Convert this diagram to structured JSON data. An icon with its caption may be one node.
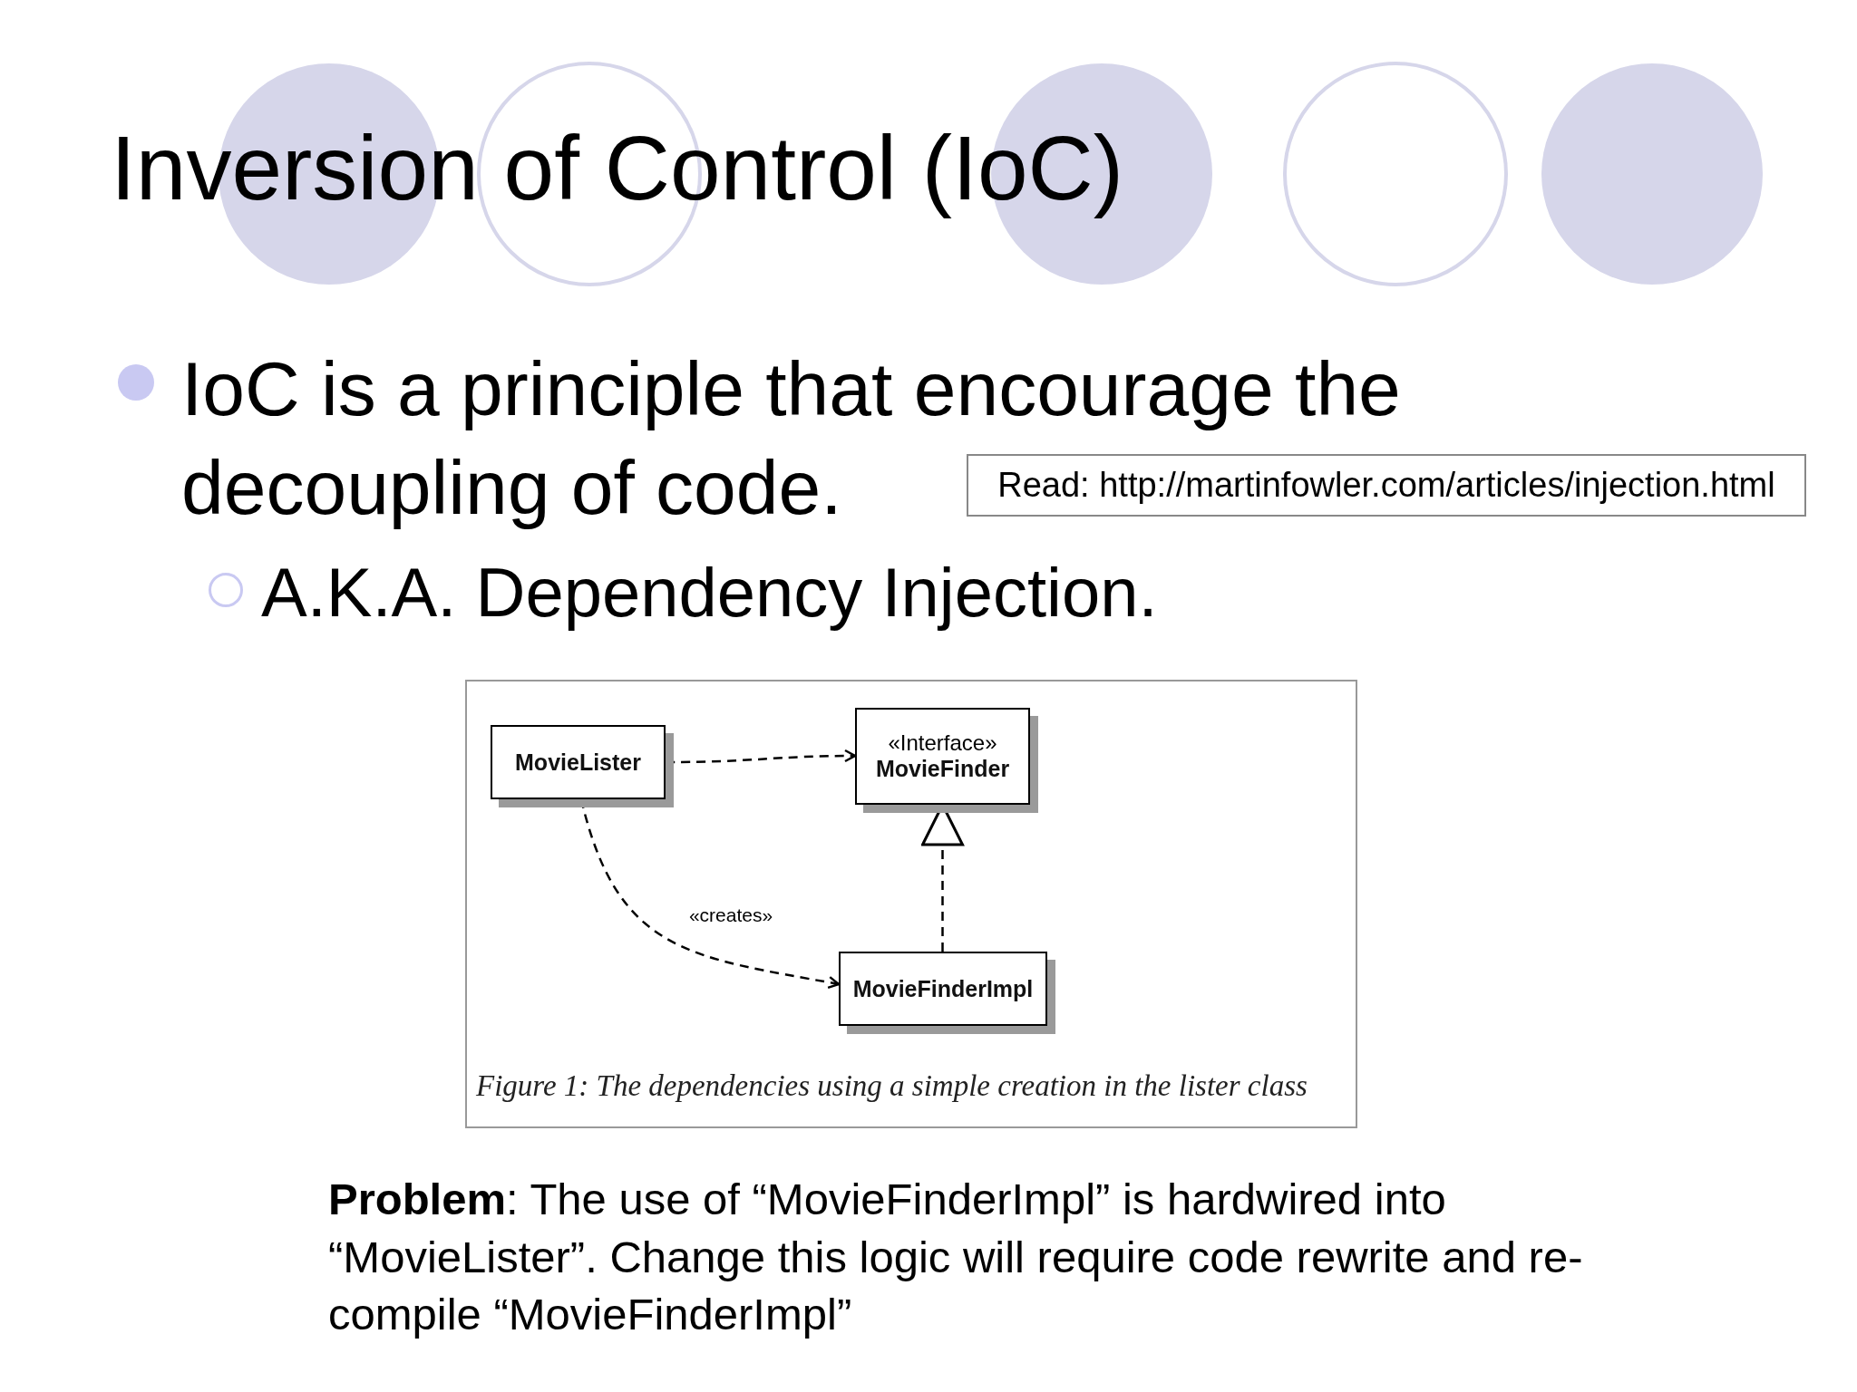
{
  "diagram": {
    "title": "Inversion of Control (IoC)",
    "caption": "Figure 1: The dependencies using a simple creation in the lister class",
    "nodes": [
      {
        "text": [
          "Read: http://martinfowler.com/articles/injection.html"
        ]
      },
      {
        "text": [
          "MovieLister"
        ]
      },
      {
        "text": [
          "«Interface»",
          "MovieFinder"
        ]
      },
      {
        "text": [
          "MovieFinderImpl"
        ]
      }
    ],
    "edges": [
      {
        "from": 1,
        "to": 2,
        "arrow": "to",
        "style": "dashed"
      },
      {
        "from": 1,
        "to": 3,
        "arrow": "to",
        "style": "dashed",
        "label": "«creates»"
      },
      {
        "from": 3,
        "to": 2,
        "arrow": "to",
        "style": "dashed"
      }
    ],
    "labels": [
      "IoC is a principle that encourage the decoupling of code.",
      "A.K.A. Dependency Injection.",
      "**Problem**: The use of “MovieFinderImpl” is hardwired into “MovieLister”. Change this logic will require code rewrite and re-compile “MovieFinderImpl”"
    ]
  }
}
